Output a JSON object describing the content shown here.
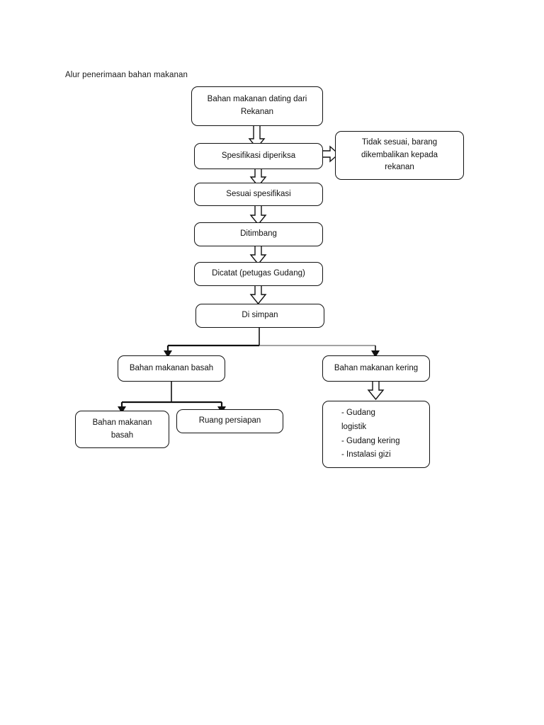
{
  "document": {
    "title": "Alur penerimaan bahan makanan"
  },
  "diagram": {
    "type": "flowchart",
    "nodes": [
      {
        "id": "n1",
        "label": "Bahan makanan dating dari\nRekanan"
      },
      {
        "id": "n2",
        "label": "Spesifikasi diperiksa"
      },
      {
        "id": "n3",
        "label": "Tidak sesuai, barang\ndikembalikan kepada\nrekanan"
      },
      {
        "id": "n4",
        "label": "Sesuai spesifikasi"
      },
      {
        "id": "n5",
        "label": "Ditimbang"
      },
      {
        "id": "n6",
        "label": "Dicatat (petugas Gudang)"
      },
      {
        "id": "n7",
        "label": "Di simpan"
      },
      {
        "id": "n8",
        "label": "Bahan makanan basah"
      },
      {
        "id": "n9",
        "label": "Bahan makanan kering"
      },
      {
        "id": "n10",
        "label": "Bahan makanan\nbasah"
      },
      {
        "id": "n11",
        "label": "Ruang persiapan"
      },
      {
        "id": "n12",
        "label": "-  Gudang\n    logistik\n-  Gudang kering\n-  Instalasi gizi"
      }
    ],
    "edges": [
      {
        "from": "n1",
        "to": "n2",
        "style": "block-arrow"
      },
      {
        "from": "n2",
        "to": "n3",
        "style": "block-arrow"
      },
      {
        "from": "n2",
        "to": "n4",
        "style": "block-arrow"
      },
      {
        "from": "n4",
        "to": "n5",
        "style": "block-arrow"
      },
      {
        "from": "n5",
        "to": "n6",
        "style": "block-arrow"
      },
      {
        "from": "n6",
        "to": "n7",
        "style": "block-arrow"
      },
      {
        "from": "n7",
        "to": "n8",
        "style": "line-arrow"
      },
      {
        "from": "n7",
        "to": "n9",
        "style": "line-arrow"
      },
      {
        "from": "n8",
        "to": "n10",
        "style": "line-arrow"
      },
      {
        "from": "n8",
        "to": "n11",
        "style": "line-arrow"
      },
      {
        "from": "n9",
        "to": "n12",
        "style": "block-arrow"
      }
    ],
    "colors": {
      "stroke": "#111111",
      "background": "#ffffff",
      "text": "#111111"
    }
  }
}
